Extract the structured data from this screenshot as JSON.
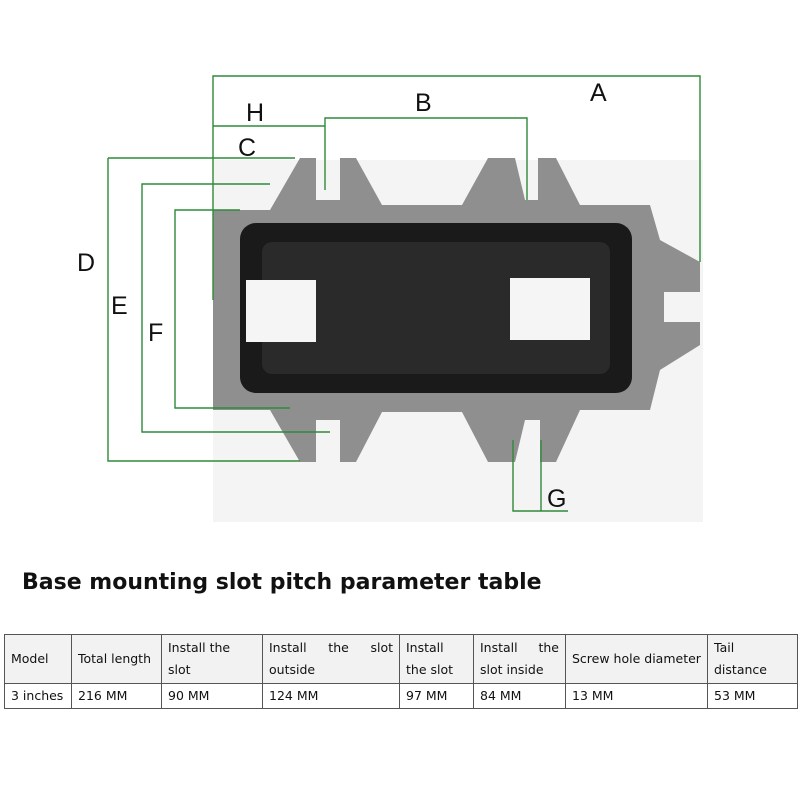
{
  "diagram": {
    "labels": {
      "a": "A",
      "b": "B",
      "c": "C",
      "d": "D",
      "e": "E",
      "f": "F",
      "g": "G",
      "h": "H"
    },
    "colors": {
      "dimension_line": "#2f8a3a",
      "base_body": "#8f8f8f",
      "slot": "#1a1a1a",
      "insert": "#f5f5f5"
    }
  },
  "table": {
    "title": "Base mounting slot pitch parameter table",
    "headers": [
      "Model",
      "Total length",
      "Install the slot",
      "Install the slot outside",
      "Install the slot",
      "Install the slot inside",
      "Screw hole diameter",
      "Tail distance"
    ],
    "rows": [
      [
        "3 inches",
        "216 MM",
        "90 MM",
        "124 MM",
        "97 MM",
        "84 MM",
        "13 MM",
        "53 MM"
      ]
    ]
  }
}
